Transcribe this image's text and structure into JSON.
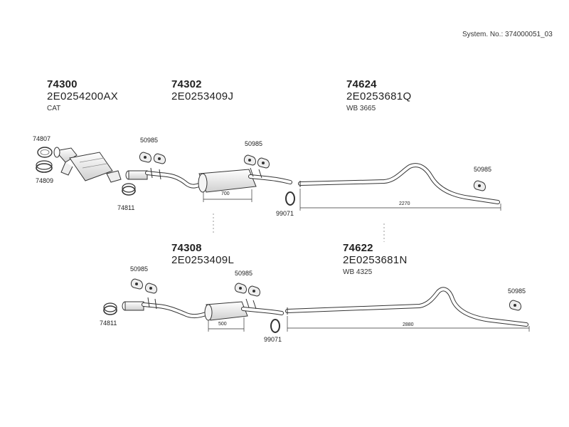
{
  "system_number": "System. No.: 374000051_03",
  "parts": {
    "p74300": {
      "number": "74300",
      "ref": "2E0254200AX",
      "note": "CAT"
    },
    "p74302": {
      "number": "74302",
      "ref": "2E0253409J"
    },
    "p74624": {
      "number": "74624",
      "ref": "2E0253681Q",
      "note": "WB 3665"
    },
    "p74308": {
      "number": "74308",
      "ref": "2E0253409L"
    },
    "p74622": {
      "number": "74622",
      "ref": "2E0253681N",
      "note": "WB 4325"
    }
  },
  "small_labels": {
    "c74807": "74807",
    "c74809": "74809",
    "c74811a": "74811",
    "c74811b": "74811",
    "c50985a": "50985",
    "c50985b": "50985",
    "c50985c": "50985",
    "c50985d": "50985",
    "c50985e": "50985",
    "c50985f": "50985",
    "c99071a": "99071",
    "c99071b": "99071"
  },
  "dimensions": {
    "d700": "700",
    "d2270": "2270",
    "d500": "500",
    "d2880": "2880"
  }
}
